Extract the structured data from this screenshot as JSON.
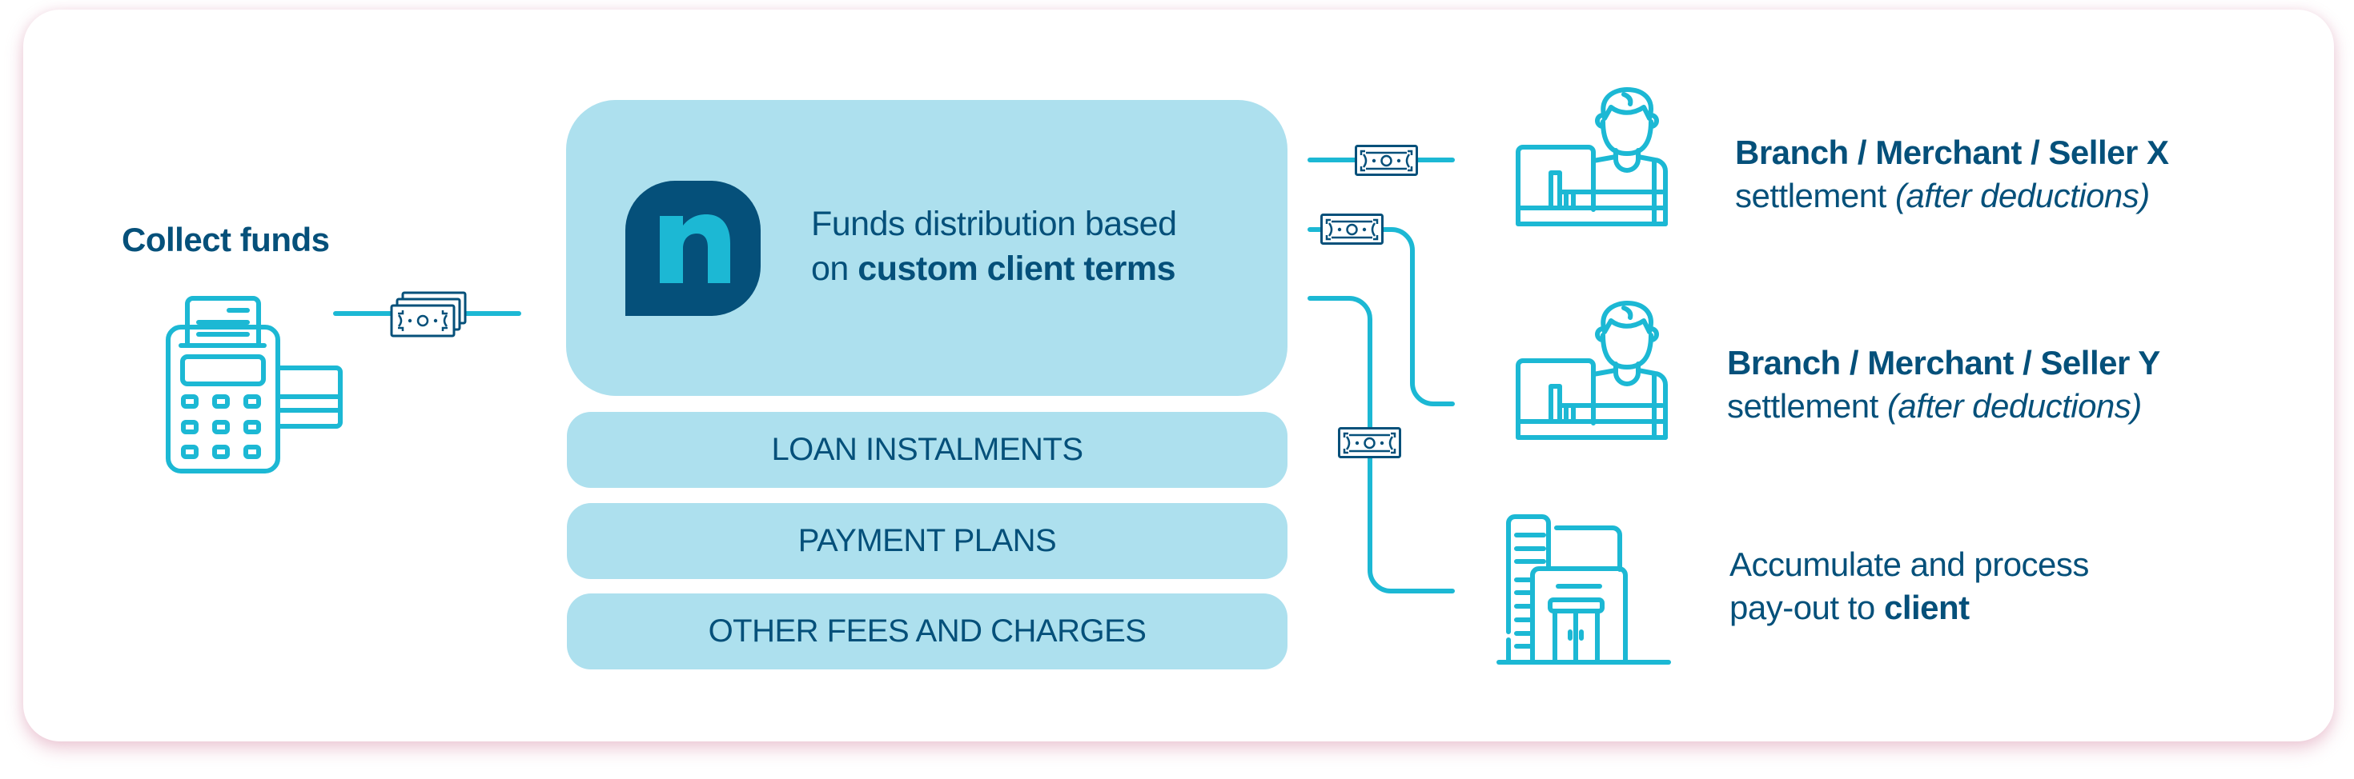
{
  "colors": {
    "navy": "#05507a",
    "cyan": "#1cb8d4",
    "light_blue_box": "#ade0ee",
    "card_bg": "#ffffff",
    "shadow_pink": "#e8b9c9"
  },
  "source": {
    "title": "Collect funds",
    "icon": "pos-terminal-icon"
  },
  "logo": {
    "letter": "n",
    "icon": "brand-logo"
  },
  "distribution": {
    "line1": "Funds distribution based",
    "line2_prefix": "on ",
    "line2_bold": "custom client terms"
  },
  "deductions": [
    {
      "label": "LOAN INSTALMENTS"
    },
    {
      "label": "PAYMENT PLANS"
    },
    {
      "label": "OTHER FEES AND CHARGES"
    }
  ],
  "destinations": [
    {
      "icon": "merchant-at-desk-icon",
      "title": "Branch / Merchant / Seller X",
      "subtitle_plain": "settlement ",
      "subtitle_italic": "(after deductions)"
    },
    {
      "icon": "merchant-at-desk-icon",
      "title": "Branch / Merchant / Seller Y",
      "subtitle_plain": "settlement ",
      "subtitle_italic": "(after deductions)"
    },
    {
      "icon": "office-building-icon",
      "line1": "Accumulate and process",
      "line2_prefix": "pay-out to ",
      "line2_bold": "client"
    }
  ],
  "flow_icons": {
    "incoming": "cash-stack-icon",
    "outgoing": "banknote-icon"
  }
}
